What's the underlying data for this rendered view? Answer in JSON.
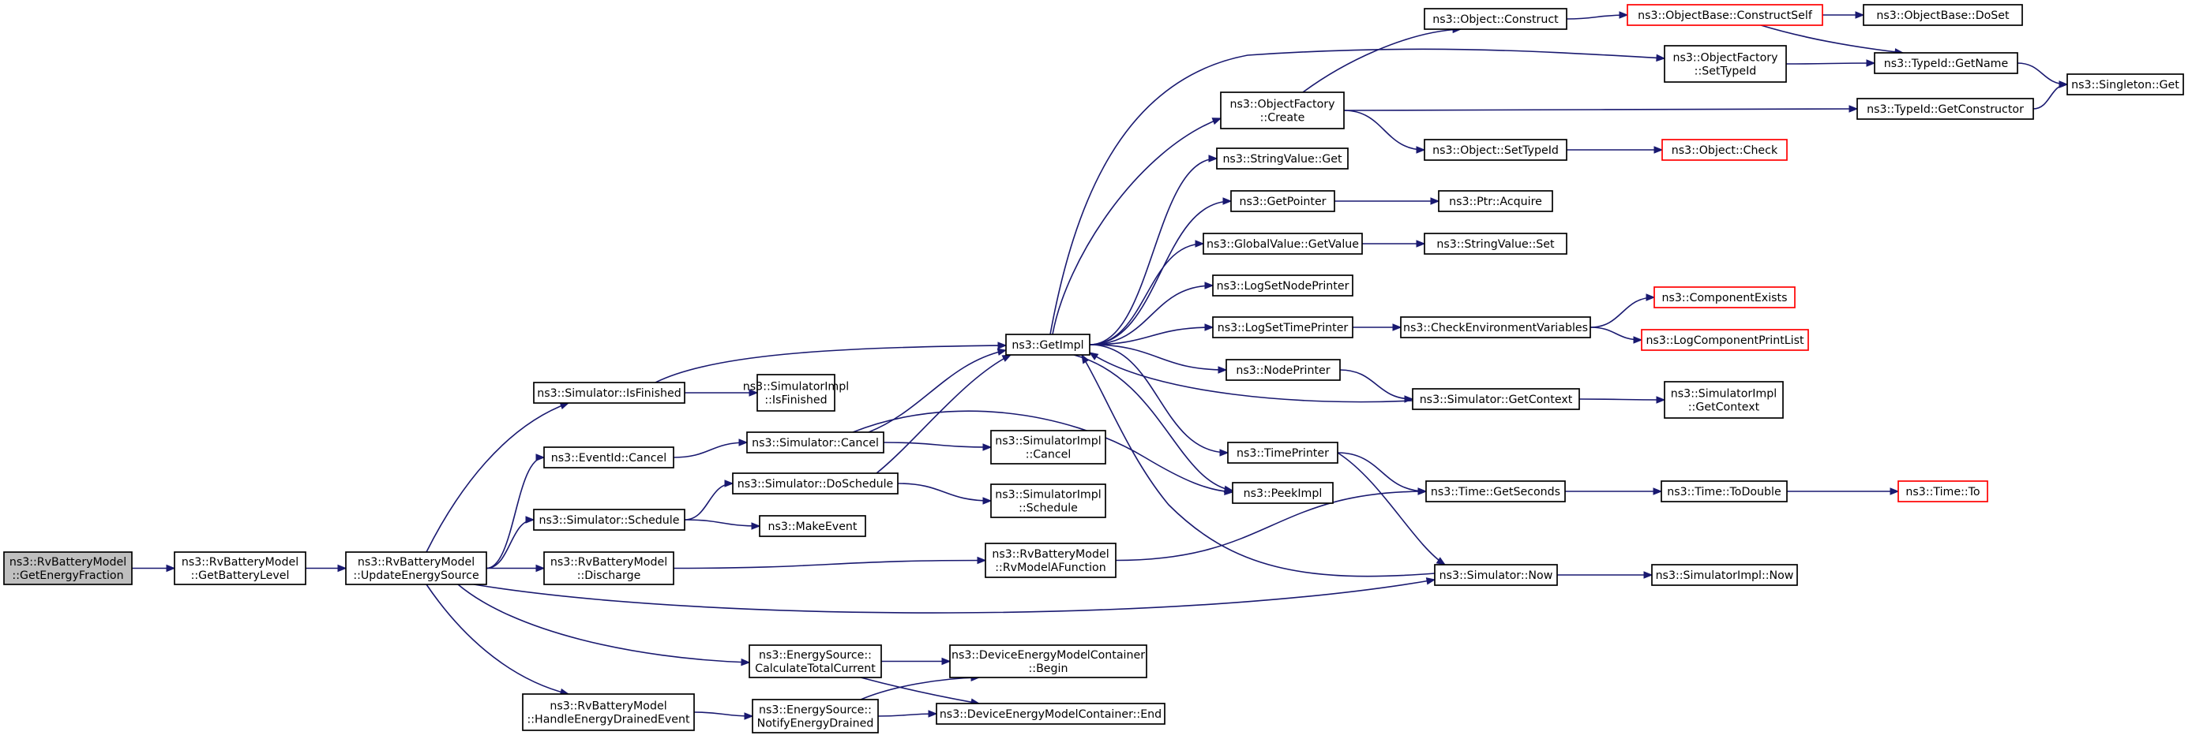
{
  "colors": {
    "edge": "#191970",
    "root_fill": "#bfbfbf",
    "truncated_border": "#ff0000",
    "node_border": "#000000"
  },
  "nodes": {
    "get_energy_fraction": {
      "lines": [
        "ns3::RvBatteryModel",
        "::GetEnergyFraction"
      ],
      "root": true
    },
    "get_battery_level": {
      "lines": [
        "ns3::RvBatteryModel",
        "::GetBatteryLevel"
      ]
    },
    "update_energy_source": {
      "lines": [
        "ns3::RvBatteryModel",
        "::UpdateEnergySource"
      ]
    },
    "simulator_is_finished": {
      "lines": [
        "ns3::Simulator::IsFinished"
      ]
    },
    "eventid_cancel": {
      "lines": [
        "ns3::EventId::Cancel"
      ]
    },
    "simulator_schedule": {
      "lines": [
        "ns3::Simulator::Schedule"
      ]
    },
    "discharge": {
      "lines": [
        "ns3::RvBatteryModel",
        "::Discharge"
      ]
    },
    "handle_energy_drained": {
      "lines": [
        "ns3::RvBatteryModel",
        "::HandleEnergyDrainedEvent"
      ]
    },
    "simimpl_is_finished": {
      "lines": [
        "ns3::SimulatorImpl",
        "::IsFinished"
      ]
    },
    "simulator_cancel": {
      "lines": [
        "ns3::Simulator::Cancel"
      ]
    },
    "simulator_doschedule": {
      "lines": [
        "ns3::Simulator::DoSchedule"
      ]
    },
    "make_event": {
      "lines": [
        "ns3::MakeEvent"
      ]
    },
    "calc_total_current": {
      "lines": [
        "ns3::EnergySource::",
        "CalculateTotalCurrent"
      ]
    },
    "notify_energy_drained": {
      "lines": [
        "ns3::EnergySource::",
        "NotifyEnergyDrained"
      ]
    },
    "get_impl": {
      "lines": [
        "ns3::GetImpl"
      ]
    },
    "simimpl_cancel": {
      "lines": [
        "ns3::SimulatorImpl",
        "::Cancel"
      ]
    },
    "simimpl_schedule": {
      "lines": [
        "ns3::SimulatorImpl",
        "::Schedule"
      ]
    },
    "rv_model_a_function": {
      "lines": [
        "ns3::RvBatteryModel",
        "::RvModelAFunction"
      ]
    },
    "dem_begin": {
      "lines": [
        "ns3::DeviceEnergyModelContainer",
        "::Begin"
      ]
    },
    "dem_end": {
      "lines": [
        "ns3::DeviceEnergyModelContainer::End"
      ]
    },
    "object_factory_create": {
      "lines": [
        "ns3::ObjectFactory",
        "::Create"
      ]
    },
    "string_value_get": {
      "lines": [
        "ns3::StringValue::Get"
      ]
    },
    "get_pointer": {
      "lines": [
        "ns3::GetPointer"
      ]
    },
    "global_value_get": {
      "lines": [
        "ns3::GlobalValue::GetValue"
      ]
    },
    "log_set_node_printer": {
      "lines": [
        "ns3::LogSetNodePrinter"
      ]
    },
    "log_set_time_printer": {
      "lines": [
        "ns3::LogSetTimePrinter"
      ]
    },
    "node_printer": {
      "lines": [
        "ns3::NodePrinter"
      ]
    },
    "time_printer": {
      "lines": [
        "ns3::TimePrinter"
      ]
    },
    "peek_impl": {
      "lines": [
        "ns3::PeekImpl"
      ]
    },
    "object_construct": {
      "lines": [
        "ns3::Object::Construct"
      ]
    },
    "object_factory_set_typeid": {
      "lines": [
        "ns3::ObjectFactory",
        "::SetTypeId"
      ]
    },
    "object_set_typeid": {
      "lines": [
        "ns3::Object::SetTypeId"
      ]
    },
    "ptr_acquire": {
      "lines": [
        "ns3::Ptr::Acquire"
      ]
    },
    "string_value_set": {
      "lines": [
        "ns3::StringValue::Set"
      ]
    },
    "check_env_vars": {
      "lines": [
        "ns3::CheckEnvironmentVariables"
      ]
    },
    "simulator_get_context": {
      "lines": [
        "ns3::Simulator::GetContext"
      ]
    },
    "time_get_seconds": {
      "lines": [
        "ns3::Time::GetSeconds"
      ]
    },
    "simulator_now": {
      "lines": [
        "ns3::Simulator::Now"
      ]
    },
    "objectbase_construct_self": {
      "lines": [
        "ns3::ObjectBase::ConstructSelf"
      ],
      "truncated": true
    },
    "typeid_get_name": {
      "lines": [
        "ns3::TypeId::GetName"
      ]
    },
    "typeid_get_constructor": {
      "lines": [
        "ns3::TypeId::GetConstructor"
      ]
    },
    "object_check": {
      "lines": [
        "ns3::Object::Check"
      ],
      "truncated": true
    },
    "component_exists": {
      "lines": [
        "ns3::ComponentExists"
      ],
      "truncated": true
    },
    "log_component_print_list": {
      "lines": [
        "ns3::LogComponentPrintList"
      ],
      "truncated": true
    },
    "simimpl_get_context": {
      "lines": [
        "ns3::SimulatorImpl",
        "::GetContext"
      ]
    },
    "time_to_double": {
      "lines": [
        "ns3::Time::ToDouble"
      ]
    },
    "simimpl_now": {
      "lines": [
        "ns3::SimulatorImpl::Now"
      ]
    },
    "objectbase_doset": {
      "lines": [
        "ns3::ObjectBase::DoSet"
      ]
    },
    "singleton_get": {
      "lines": [
        "ns3::Singleton::Get"
      ]
    },
    "time_to": {
      "lines": [
        "ns3::Time::To"
      ],
      "truncated": true
    }
  },
  "edges": [
    [
      "get_energy_fraction",
      "get_battery_level"
    ],
    [
      "get_battery_level",
      "update_energy_source"
    ],
    [
      "update_energy_source",
      "simulator_is_finished"
    ],
    [
      "update_energy_source",
      "eventid_cancel"
    ],
    [
      "update_energy_source",
      "simulator_schedule"
    ],
    [
      "update_energy_source",
      "discharge"
    ],
    [
      "update_energy_source",
      "simulator_now"
    ],
    [
      "update_energy_source",
      "calc_total_current"
    ],
    [
      "update_energy_source",
      "handle_energy_drained"
    ],
    [
      "simulator_is_finished",
      "get_impl"
    ],
    [
      "simulator_is_finished",
      "simimpl_is_finished"
    ],
    [
      "eventid_cancel",
      "simulator_cancel"
    ],
    [
      "simulator_cancel",
      "get_impl"
    ],
    [
      "simulator_cancel",
      "simimpl_cancel"
    ],
    [
      "simulator_cancel",
      "peek_impl"
    ],
    [
      "simulator_schedule",
      "simulator_doschedule"
    ],
    [
      "simulator_schedule",
      "make_event"
    ],
    [
      "simulator_doschedule",
      "get_impl"
    ],
    [
      "simulator_doschedule",
      "simimpl_schedule"
    ],
    [
      "discharge",
      "rv_model_a_function"
    ],
    [
      "rv_model_a_function",
      "time_get_seconds"
    ],
    [
      "handle_energy_drained",
      "notify_energy_drained"
    ],
    [
      "calc_total_current",
      "dem_begin"
    ],
    [
      "calc_total_current",
      "dem_end"
    ],
    [
      "notify_energy_drained",
      "dem_begin"
    ],
    [
      "notify_energy_drained",
      "dem_end"
    ],
    [
      "get_impl",
      "object_factory_create"
    ],
    [
      "get_impl",
      "object_factory_set_typeid"
    ],
    [
      "get_impl",
      "string_value_get"
    ],
    [
      "get_impl",
      "get_pointer"
    ],
    [
      "get_impl",
      "global_value_get"
    ],
    [
      "get_impl",
      "log_set_node_printer"
    ],
    [
      "get_impl",
      "log_set_time_printer"
    ],
    [
      "get_impl",
      "node_printer"
    ],
    [
      "get_impl",
      "time_printer"
    ],
    [
      "get_impl",
      "peek_impl"
    ],
    [
      "object_factory_create",
      "object_construct"
    ],
    [
      "object_factory_create",
      "object_set_typeid"
    ],
    [
      "object_factory_create",
      "typeid_get_constructor"
    ],
    [
      "object_construct",
      "objectbase_construct_self"
    ],
    [
      "objectbase_construct_self",
      "objectbase_doset"
    ],
    [
      "objectbase_construct_self",
      "typeid_get_name"
    ],
    [
      "object_factory_set_typeid",
      "typeid_get_name"
    ],
    [
      "typeid_get_name",
      "singleton_get"
    ],
    [
      "typeid_get_constructor",
      "singleton_get"
    ],
    [
      "object_set_typeid",
      "object_check"
    ],
    [
      "get_pointer",
      "ptr_acquire"
    ],
    [
      "global_value_get",
      "string_value_set"
    ],
    [
      "log_set_time_printer",
      "check_env_vars"
    ],
    [
      "check_env_vars",
      "component_exists"
    ],
    [
      "check_env_vars",
      "log_component_print_list"
    ],
    [
      "node_printer",
      "simulator_get_context"
    ],
    [
      "simulator_get_context",
      "get_impl"
    ],
    [
      "simulator_get_context",
      "simimpl_get_context"
    ],
    [
      "time_printer",
      "time_get_seconds"
    ],
    [
      "time_printer",
      "simulator_now"
    ],
    [
      "time_get_seconds",
      "time_to_double"
    ],
    [
      "time_to_double",
      "time_to"
    ],
    [
      "simulator_now",
      "get_impl"
    ],
    [
      "simulator_now",
      "simimpl_now"
    ]
  ]
}
